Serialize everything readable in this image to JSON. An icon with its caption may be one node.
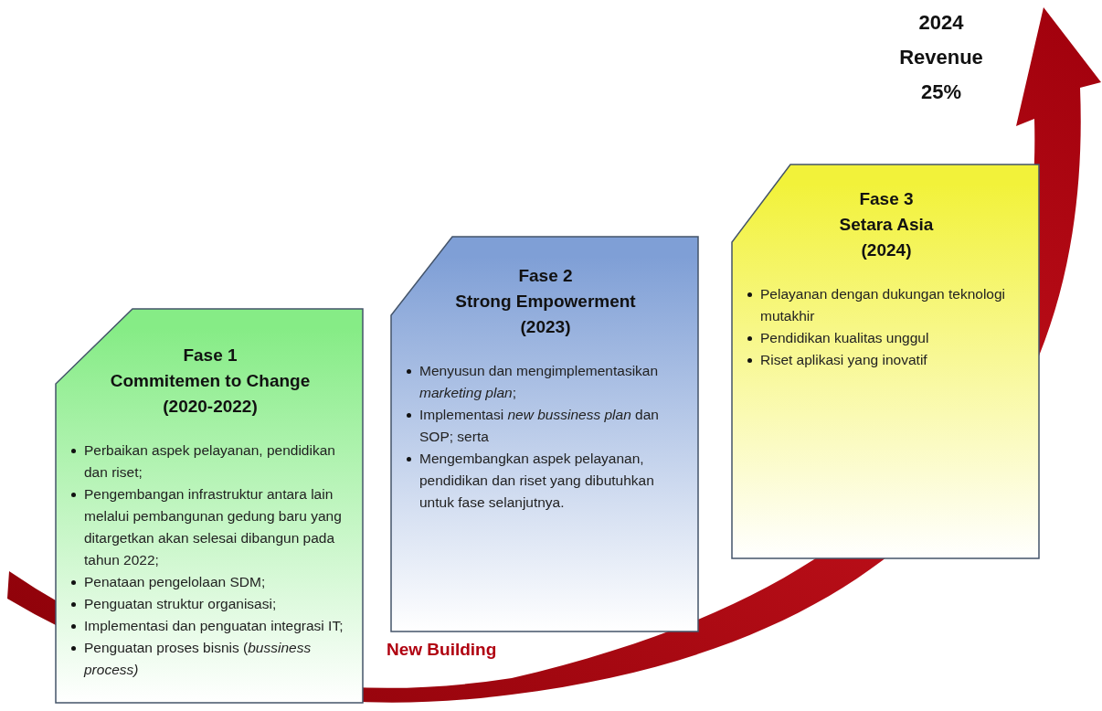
{
  "diagram": {
    "nodes": [
      {
        "text": [
          "Fase 1",
          "Commitemen to Change",
          "(2020-2022)",
          "Perbaikan aspek pelayanan, pendidikan dan riset;",
          "Pengembangan infrastruktur antara lain melalui pembangunan gedung baru yang ditargetkan akan selesai dibangun pada tahun 2022;",
          "Penataan pengelolaan SDM;",
          "Penguatan struktur organisasi;",
          "Implementasi dan penguatan integrasi IT;",
          "Penguatan proses bisnis (*bussiness process)*"
        ]
      },
      {
        "text": [
          "Fase 2",
          "Strong Empowerment",
          "(2023)",
          "Menyusun dan mengimplementasikan *marketing plan*;",
          "Implementasi *new bussiness plan* dan SOP; serta",
          "Mengembangkan aspek pelayanan, pendidikan dan riset yang dibutuhkan untuk fase selanjutnya."
        ]
      },
      {
        "text": [
          "Fase 3",
          "Setara Asia",
          "(2024)",
          "Pelayanan dengan dukungan teknologi mutakhir",
          "Pendidikan kualitas unggul",
          "Riset aplikasi yang inovatif"
        ]
      }
    ],
    "labels": [
      "2024 Revenue 25%",
      "New Building"
    ]
  }
}
